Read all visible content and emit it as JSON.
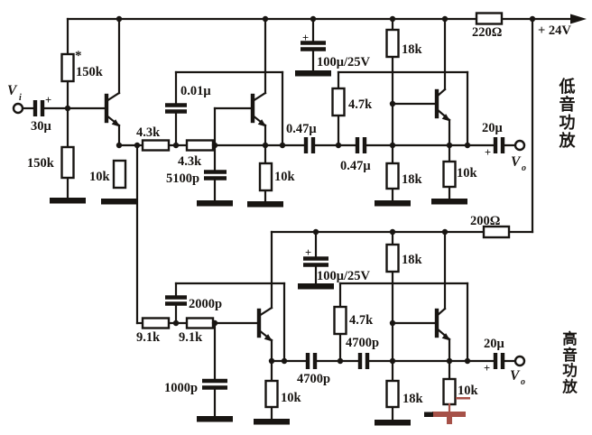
{
  "power": {
    "label": "+ 24V",
    "bass_dropper": "220Ω",
    "treble_dropper": "200Ω"
  },
  "symbols": {
    "plus": "+",
    "star": "*"
  },
  "input": {
    "v": "V",
    "sub": "i",
    "cap": "30μ"
  },
  "bass": {
    "section": "低音功放",
    "bias_upper": "150k",
    "bias_lower": "150k",
    "q1_emitter_res": "10k",
    "filter_res1": "4.3k",
    "filter_res2": "4.3k",
    "feedback_cap": "0.01μ",
    "shunt_cap": "5100p",
    "q2_emitter_res": "10k",
    "coupling_cap1": "0.47μ",
    "coupling_cap2": "0.47μ",
    "bootstrap_res": "4.7k",
    "supply_cap": "100μ/25V",
    "divider_upper": "18k",
    "divider_lower": "18k",
    "q3_emitter_res": "10k",
    "output_cap": "20μ",
    "out_v": "V",
    "out_sub": "o"
  },
  "treble": {
    "section": "高音功放",
    "filter_res1": "9.1k",
    "filter_res2": "9.1k",
    "feedback_cap": "2000p",
    "shunt_cap": "1000p",
    "q4_emitter_res": "10k",
    "coupling_cap1": "4700p",
    "coupling_cap2": "4700p",
    "bootstrap_res": "4.7k",
    "supply_cap": "100μ/25V",
    "divider_upper": "18k",
    "divider_lower": "18k",
    "q5_emitter_res": "10k",
    "output_cap": "20μ",
    "out_v": "V",
    "out_sub": "o"
  },
  "colors": {
    "ink": "#181512",
    "red_ink": "#a65148",
    "paper": "#ffffff"
  }
}
